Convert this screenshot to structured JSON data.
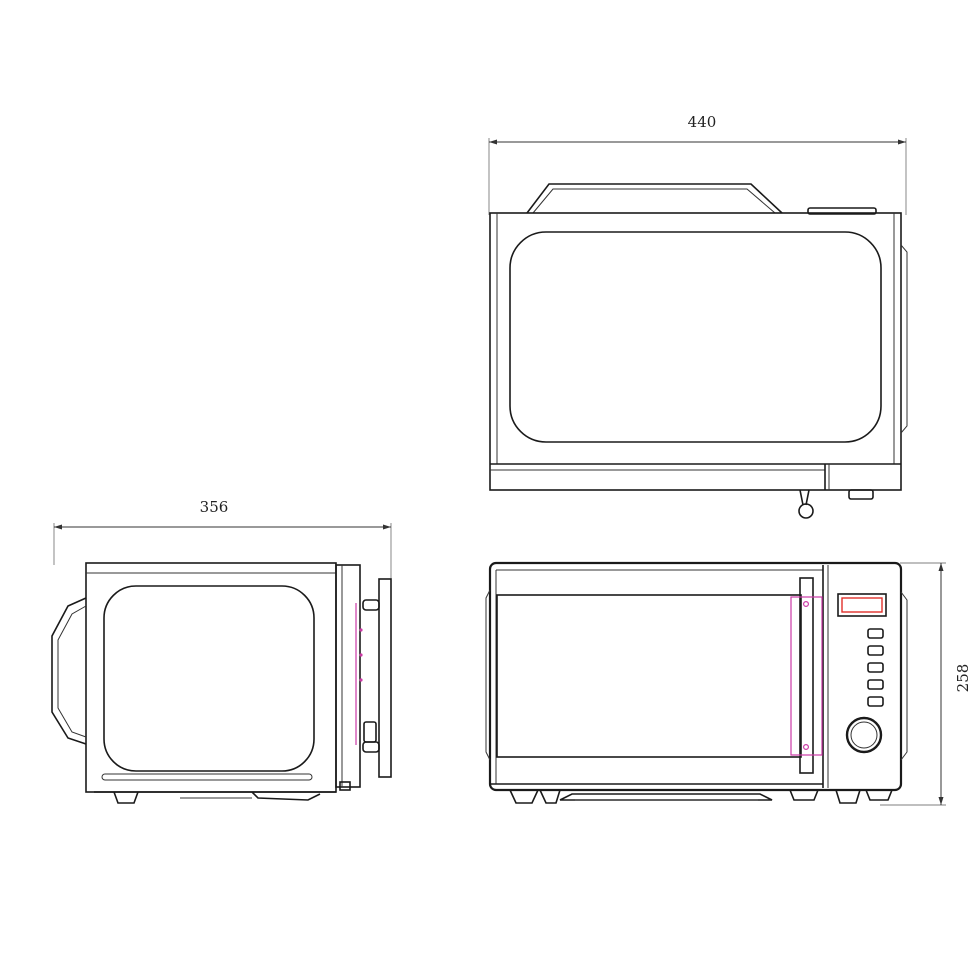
{
  "dimensions": {
    "width": "440",
    "depth": "356",
    "height": "258"
  },
  "colors": {
    "line": "#1a1a1a",
    "door_accent": "#cc3aa6",
    "display_accent": "#e0302a",
    "background": "#ffffff"
  }
}
